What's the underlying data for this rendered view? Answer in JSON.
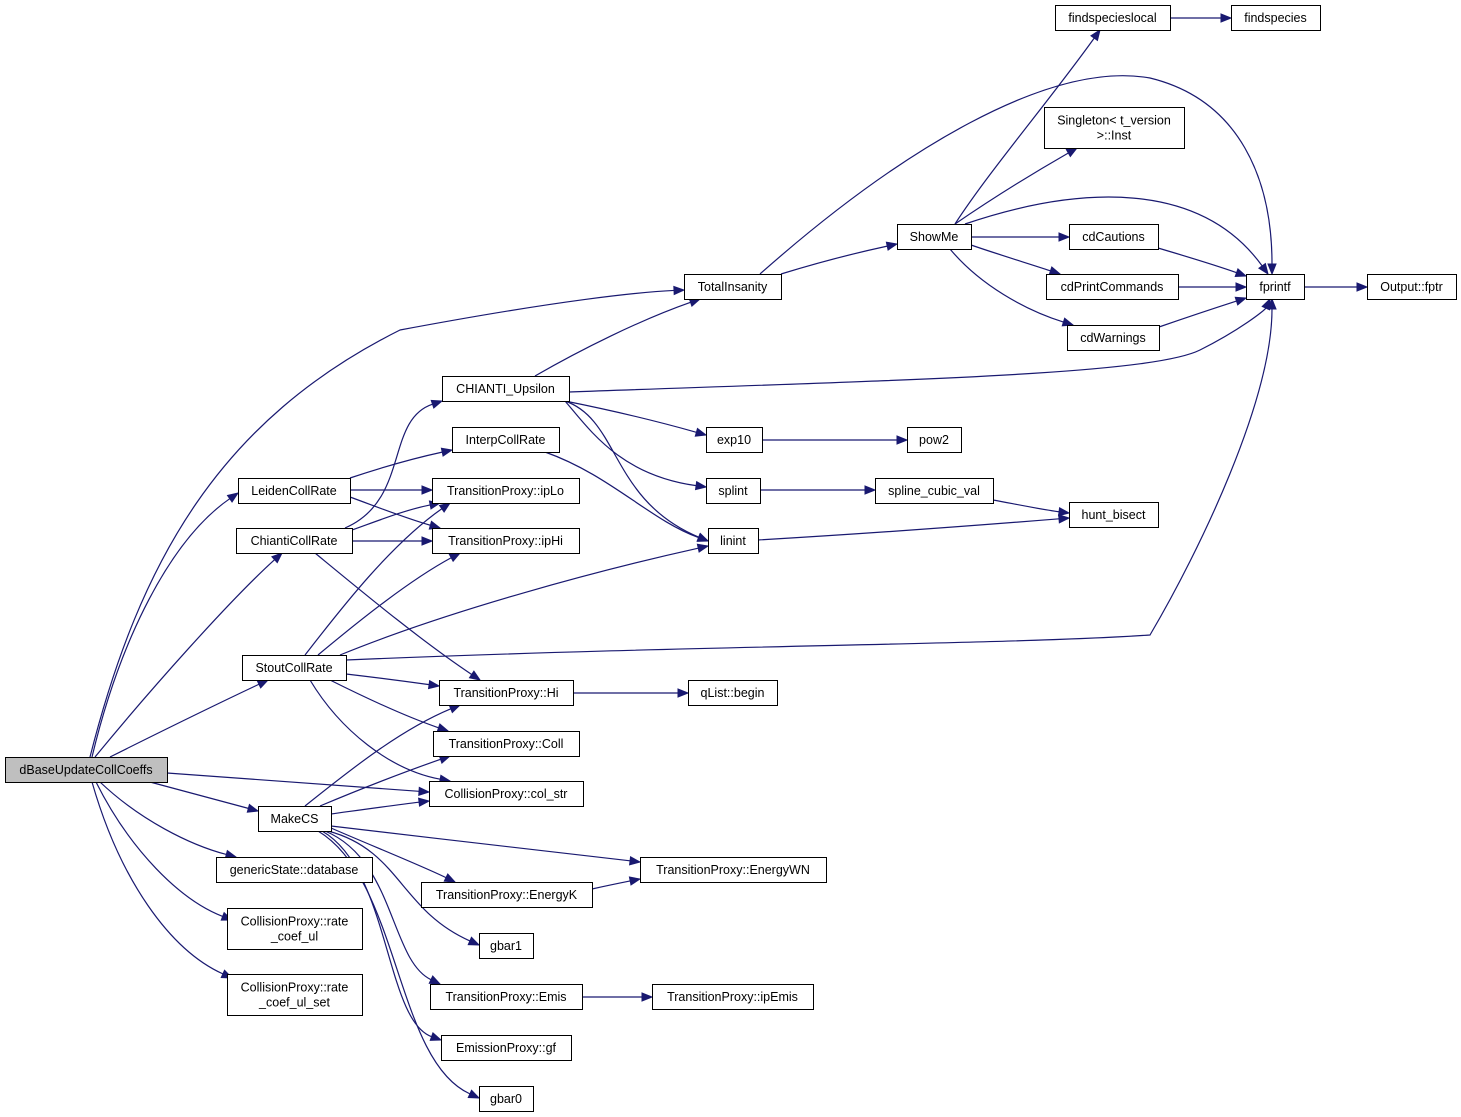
{
  "graph": {
    "root": "dBaseUpdateCollCoeffs",
    "colors": {
      "edge": "#191970",
      "root_fill": "#bfbfbf",
      "node_fill": "#ffffff",
      "node_border": "#000000"
    },
    "nodes": [
      {
        "id": "dBaseUpdateCollCoeffs",
        "label": [
          "dBaseUpdateCollCoeffs"
        ],
        "root": true
      },
      {
        "id": "TotalInsanity",
        "label": [
          "TotalInsanity"
        ]
      },
      {
        "id": "LeidenCollRate",
        "label": [
          "LeidenCollRate"
        ]
      },
      {
        "id": "ChiantiCollRate",
        "label": [
          "ChiantiCollRate"
        ]
      },
      {
        "id": "StoutCollRate",
        "label": [
          "StoutCollRate"
        ]
      },
      {
        "id": "TransitionProxy::Coll",
        "label": [
          "TransitionProxy::Coll"
        ]
      },
      {
        "id": "CollisionProxy::col_str",
        "label": [
          "CollisionProxy::col_str"
        ]
      },
      {
        "id": "MakeCS",
        "label": [
          "MakeCS"
        ]
      },
      {
        "id": "genericState::database",
        "label": [
          "genericState::database"
        ]
      },
      {
        "id": "CollisionProxy::rate_coef_ul",
        "label": [
          "CollisionProxy::rate",
          "_coef_ul"
        ]
      },
      {
        "id": "CollisionProxy::rate_coef_ul_set",
        "label": [
          "CollisionProxy::rate",
          "_coef_ul_set"
        ]
      },
      {
        "id": "findspecieslocal",
        "label": [
          "findspecieslocal"
        ]
      },
      {
        "id": "findspecies",
        "label": [
          "findspecies"
        ]
      },
      {
        "id": "Singleton<t_version>::Inst",
        "label": [
          "Singleton< t_version",
          ">::Inst"
        ]
      },
      {
        "id": "ShowMe",
        "label": [
          "ShowMe"
        ]
      },
      {
        "id": "cdCautions",
        "label": [
          "cdCautions"
        ]
      },
      {
        "id": "cdPrintCommands",
        "label": [
          "cdPrintCommands"
        ]
      },
      {
        "id": "cdWarnings",
        "label": [
          "cdWarnings"
        ]
      },
      {
        "id": "fprintf",
        "label": [
          "fprintf"
        ]
      },
      {
        "id": "Output::fptr",
        "label": [
          "Output::fptr"
        ]
      },
      {
        "id": "CHIANTI_Upsilon",
        "label": [
          "CHIANTI_Upsilon"
        ]
      },
      {
        "id": "InterpCollRate",
        "label": [
          "InterpCollRate"
        ]
      },
      {
        "id": "TransitionProxy::ipLo",
        "label": [
          "TransitionProxy::ipLo"
        ]
      },
      {
        "id": "TransitionProxy::ipHi",
        "label": [
          "TransitionProxy::ipHi"
        ]
      },
      {
        "id": "exp10",
        "label": [
          "exp10"
        ]
      },
      {
        "id": "pow2",
        "label": [
          "pow2"
        ]
      },
      {
        "id": "splint",
        "label": [
          "splint"
        ]
      },
      {
        "id": "spline_cubic_val",
        "label": [
          "spline_cubic_val"
        ]
      },
      {
        "id": "hunt_bisect",
        "label": [
          "hunt_bisect"
        ]
      },
      {
        "id": "linint",
        "label": [
          "linint"
        ]
      },
      {
        "id": "TransitionProxy::Hi",
        "label": [
          "TransitionProxy::Hi"
        ]
      },
      {
        "id": "qList::begin",
        "label": [
          "qList::begin"
        ]
      },
      {
        "id": "TransitionProxy::EnergyWN",
        "label": [
          "TransitionProxy::EnergyWN"
        ]
      },
      {
        "id": "TransitionProxy::EnergyK",
        "label": [
          "TransitionProxy::EnergyK"
        ]
      },
      {
        "id": "gbar1",
        "label": [
          "gbar1"
        ]
      },
      {
        "id": "TransitionProxy::Emis",
        "label": [
          "TransitionProxy::Emis"
        ]
      },
      {
        "id": "TransitionProxy::ipEmis",
        "label": [
          "TransitionProxy::ipEmis"
        ]
      },
      {
        "id": "EmissionProxy::gf",
        "label": [
          "EmissionProxy::gf"
        ]
      },
      {
        "id": "gbar0",
        "label": [
          "gbar0"
        ]
      }
    ],
    "edges": [
      {
        "from": "dBaseUpdateCollCoeffs",
        "to": "TotalInsanity"
      },
      {
        "from": "dBaseUpdateCollCoeffs",
        "to": "LeidenCollRate"
      },
      {
        "from": "dBaseUpdateCollCoeffs",
        "to": "ChiantiCollRate"
      },
      {
        "from": "dBaseUpdateCollCoeffs",
        "to": "StoutCollRate"
      },
      {
        "from": "dBaseUpdateCollCoeffs",
        "to": "CollisionProxy::col_str"
      },
      {
        "from": "dBaseUpdateCollCoeffs",
        "to": "MakeCS"
      },
      {
        "from": "dBaseUpdateCollCoeffs",
        "to": "genericState::database"
      },
      {
        "from": "dBaseUpdateCollCoeffs",
        "to": "CollisionProxy::rate_coef_ul"
      },
      {
        "from": "dBaseUpdateCollCoeffs",
        "to": "CollisionProxy::rate_coef_ul_set"
      },
      {
        "from": "TotalInsanity",
        "to": "ShowMe"
      },
      {
        "from": "TotalInsanity",
        "to": "fprintf"
      },
      {
        "from": "ShowMe",
        "to": "findspecieslocal"
      },
      {
        "from": "ShowMe",
        "to": "Singleton<t_version>::Inst"
      },
      {
        "from": "ShowMe",
        "to": "fprintf"
      },
      {
        "from": "ShowMe",
        "to": "cdCautions"
      },
      {
        "from": "ShowMe",
        "to": "cdPrintCommands"
      },
      {
        "from": "ShowMe",
        "to": "cdWarnings"
      },
      {
        "from": "findspecieslocal",
        "to": "findspecies"
      },
      {
        "from": "cdCautions",
        "to": "fprintf"
      },
      {
        "from": "cdPrintCommands",
        "to": "fprintf"
      },
      {
        "from": "cdWarnings",
        "to": "fprintf"
      },
      {
        "from": "fprintf",
        "to": "Output::fptr"
      },
      {
        "from": "LeidenCollRate",
        "to": "InterpCollRate"
      },
      {
        "from": "LeidenCollRate",
        "to": "TransitionProxy::ipLo"
      },
      {
        "from": "LeidenCollRate",
        "to": "TransitionProxy::ipHi"
      },
      {
        "from": "ChiantiCollRate",
        "to": "CHIANTI_Upsilon"
      },
      {
        "from": "ChiantiCollRate",
        "to": "TransitionProxy::ipLo"
      },
      {
        "from": "ChiantiCollRate",
        "to": "TransitionProxy::ipHi"
      },
      {
        "from": "ChiantiCollRate",
        "to": "TransitionProxy::Hi"
      },
      {
        "from": "CHIANTI_Upsilon",
        "to": "TotalInsanity"
      },
      {
        "from": "CHIANTI_Upsilon",
        "to": "fprintf"
      },
      {
        "from": "CHIANTI_Upsilon",
        "to": "exp10"
      },
      {
        "from": "CHIANTI_Upsilon",
        "to": "splint"
      },
      {
        "from": "CHIANTI_Upsilon",
        "to": "linint"
      },
      {
        "from": "InterpCollRate",
        "to": "linint"
      },
      {
        "from": "exp10",
        "to": "pow2"
      },
      {
        "from": "splint",
        "to": "spline_cubic_val"
      },
      {
        "from": "spline_cubic_val",
        "to": "hunt_bisect"
      },
      {
        "from": "linint",
        "to": "hunt_bisect"
      },
      {
        "from": "StoutCollRate",
        "to": "TransitionProxy::ipLo"
      },
      {
        "from": "StoutCollRate",
        "to": "TransitionProxy::ipHi"
      },
      {
        "from": "StoutCollRate",
        "to": "linint"
      },
      {
        "from": "StoutCollRate",
        "to": "fprintf"
      },
      {
        "from": "StoutCollRate",
        "to": "TransitionProxy::Hi"
      },
      {
        "from": "StoutCollRate",
        "to": "TransitionProxy::Coll"
      },
      {
        "from": "StoutCollRate",
        "to": "CollisionProxy::col_str"
      },
      {
        "from": "TransitionProxy::Hi",
        "to": "qList::begin"
      },
      {
        "from": "MakeCS",
        "to": "TransitionProxy::Hi"
      },
      {
        "from": "MakeCS",
        "to": "TransitionProxy::Coll"
      },
      {
        "from": "MakeCS",
        "to": "CollisionProxy::col_str"
      },
      {
        "from": "MakeCS",
        "to": "TransitionProxy::EnergyWN"
      },
      {
        "from": "MakeCS",
        "to": "TransitionProxy::EnergyK"
      },
      {
        "from": "MakeCS",
        "to": "gbar1"
      },
      {
        "from": "MakeCS",
        "to": "TransitionProxy::Emis"
      },
      {
        "from": "MakeCS",
        "to": "EmissionProxy::gf"
      },
      {
        "from": "MakeCS",
        "to": "gbar0"
      },
      {
        "from": "TransitionProxy::EnergyK",
        "to": "TransitionProxy::EnergyWN"
      },
      {
        "from": "TransitionProxy::Emis",
        "to": "TransitionProxy::ipEmis"
      }
    ]
  }
}
